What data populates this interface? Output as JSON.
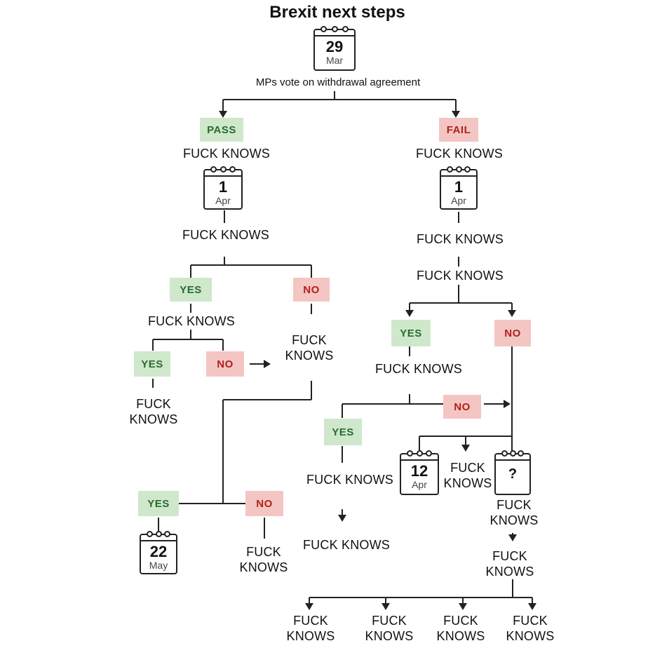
{
  "diagram": {
    "title": "Brexit next steps",
    "root": {
      "day": "29",
      "month": "Mar",
      "caption": "MPs vote on withdrawal agreement"
    },
    "pass_branch": {
      "tag": "PASS",
      "outcome": "FUCK KNOWS",
      "calendar": {
        "day": "1",
        "month": "Apr"
      },
      "after_calendar": "FUCK KNOWS",
      "yes": {
        "tag": "YES",
        "outcome": "FUCK KNOWS"
      },
      "no": {
        "tag": "NO",
        "outcome": "FUCK\nKNOWS"
      },
      "sub_yes": {
        "tag": "YES",
        "outcome": "FUCK\nKNOWS"
      },
      "sub_no": {
        "tag": "NO"
      },
      "final_yes": {
        "tag": "YES",
        "calendar": {
          "day": "22",
          "month": "May"
        }
      },
      "final_no": {
        "tag": "NO",
        "outcome": "FUCK\nKNOWS"
      }
    },
    "fail_branch": {
      "tag": "FAIL",
      "outcome": "FUCK KNOWS",
      "calendar": {
        "day": "1",
        "month": "Apr"
      },
      "after_calendar": "FUCK KNOWS",
      "next": "FUCK KNOWS",
      "yes": {
        "tag": "YES",
        "outcome": "FUCK KNOWS"
      },
      "no": {
        "tag": "NO"
      },
      "inner_no": {
        "tag": "NO"
      },
      "inner_yes": {
        "tag": "YES",
        "outcome": "FUCK KNOWS",
        "after_arrow": "FUCK KNOWS"
      },
      "apr12_calendar": {
        "day": "12",
        "month": "Apr"
      },
      "middle_outcome": "FUCK\nKNOWS",
      "unknown_calendar": {
        "symbol": "?"
      },
      "unknown_outcome": "FUCK\nKNOWS",
      "after_unknown": "FUCK\nKNOWS",
      "bottom_outcomes": [
        "FUCK\nKNOWS",
        "FUCK\nKNOWS",
        "FUCK\nKNOWS",
        "FUCK\nKNOWS"
      ]
    }
  },
  "colors": {
    "yes_bg": "#cfe8cc",
    "yes_text": "#2a6b2d",
    "no_bg": "#f3c6c3",
    "no_text": "#b3201b",
    "line": "#222222"
  }
}
